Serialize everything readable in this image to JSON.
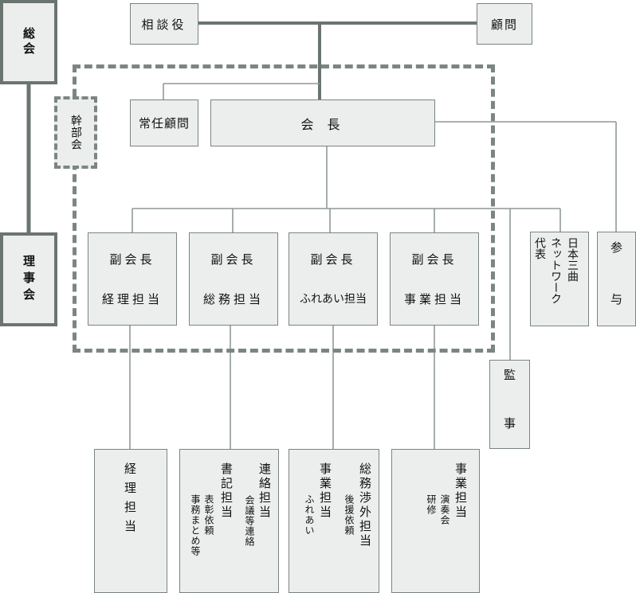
{
  "org": {
    "soukai": "総会",
    "rijikai": "理事会",
    "kanbukai": "幹部会",
    "soudanyaku": "相談役",
    "komon": "顧問",
    "jounin_komon": "常任顧問",
    "kaichou": "会 長",
    "vice": [
      {
        "title": "副会長",
        "role": "経理担当"
      },
      {
        "title": "副会長",
        "role": "総務担当"
      },
      {
        "title": "副会長",
        "role": "ふれあい担当"
      },
      {
        "title": "副会長",
        "role": "事業担当"
      }
    ],
    "network": {
      "col1": "日本三曲",
      "col2": "ネットワーク",
      "col3": "代表"
    },
    "sanyo": "参 与",
    "kanji": "監 事",
    "bottom": {
      "keiri": "経理担当",
      "renraku": "連絡担当",
      "renraku_sub1": "会議等連絡",
      "shoki": "書記担当",
      "shoki_sub1": "表彰依頼",
      "shoki_sub2": "事務まとめ等",
      "soumu": "総務渉外担当",
      "soumu_sub": "後援依頼",
      "jigyou_fureai": "事業担当",
      "fureai_sub": "ふれあい",
      "jigyou": "事業担当",
      "jigyou_sub1": "演奏会",
      "jigyou_sub2": "研修"
    }
  },
  "colors": {
    "line_dark": "#6b7570",
    "line_light": "#8f9994",
    "box_fill": "#eceeed"
  }
}
